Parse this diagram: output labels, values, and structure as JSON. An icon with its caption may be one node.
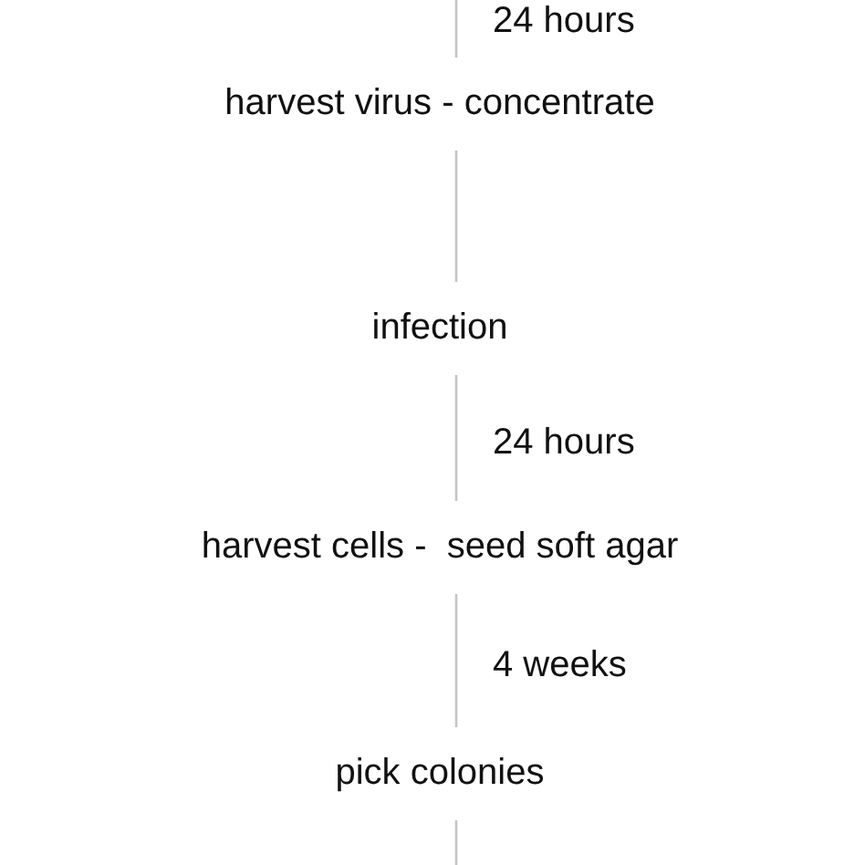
{
  "diagram": {
    "nodes": [
      {
        "text": [
          "harvest virus - concentrate"
        ]
      },
      {
        "text": [
          "infection"
        ]
      },
      {
        "text": [
          "harvest cells -  seed soft agar"
        ]
      },
      {
        "text": [
          "pick colonies"
        ]
      }
    ],
    "edges": [
      {
        "from": null,
        "to": 0,
        "arrow": "none",
        "label": "24 hours"
      },
      {
        "from": 0,
        "to": 1,
        "arrow": "none"
      },
      {
        "from": 1,
        "to": 2,
        "arrow": "none",
        "label": "24 hours"
      },
      {
        "from": 2,
        "to": 3,
        "arrow": "none",
        "label": "4 weeks"
      },
      {
        "from": 3,
        "to": null,
        "arrow": "none"
      }
    ]
  }
}
